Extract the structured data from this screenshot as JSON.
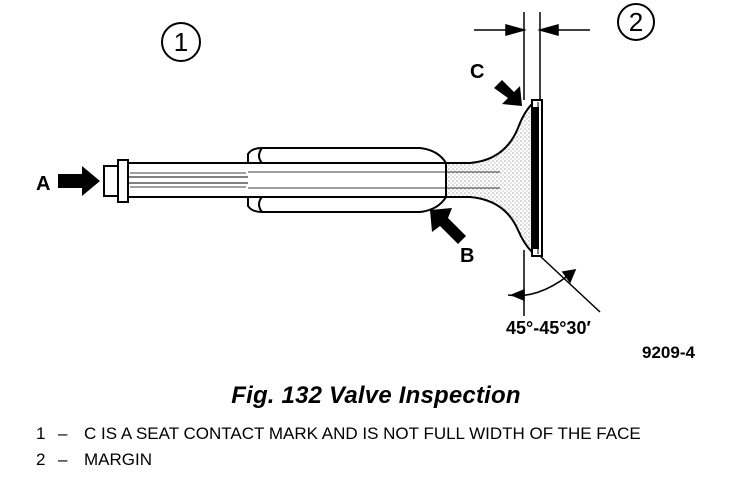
{
  "labels": {
    "callout_1": "1",
    "callout_2": "2",
    "label_a": "A",
    "label_b": "B",
    "label_c": "C",
    "angle": "45°-45°30′",
    "figure_code": "9209-4"
  },
  "caption": "Fig. 132 Valve Inspection",
  "legend": [
    {
      "number": "1",
      "dash": "–",
      "text": "C IS A SEAT CONTACT MARK AND IS NOT FULL WIDTH OF THE FACE"
    },
    {
      "number": "2",
      "dash": "–",
      "text": "MARGIN"
    }
  ]
}
